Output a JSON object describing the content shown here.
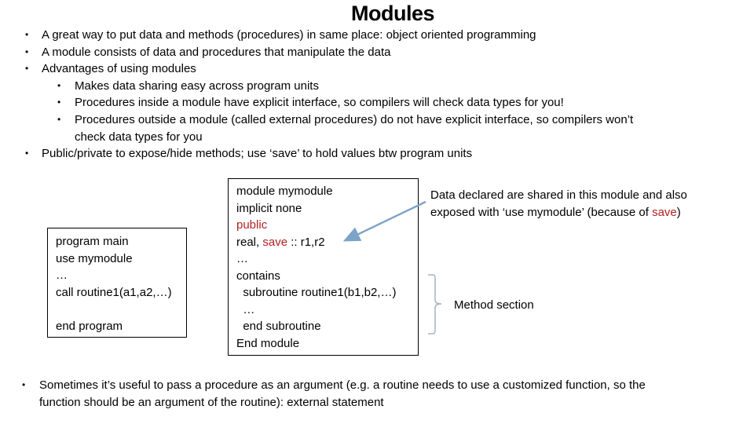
{
  "title": "Modules",
  "bullet_char": "•",
  "colors": {
    "red": "#B22222",
    "arrow_blue": "#7DA3C8",
    "bracket_blue": "#A3B4C4"
  },
  "bullets_top": [
    {
      "level": 1,
      "lines": [
        [
          {
            "t": "A great way to put data and methods (procedures) in same place: object oriented programming"
          }
        ]
      ]
    },
    {
      "level": 1,
      "lines": [
        [
          {
            "t": "A module consists of data and procedures that manipulate the data"
          }
        ]
      ]
    },
    {
      "level": 1,
      "lines": [
        [
          {
            "t": "Advantages of using modules"
          }
        ]
      ]
    },
    {
      "level": 2,
      "lines": [
        [
          {
            "t": "Makes data sharing easy across program units"
          }
        ]
      ]
    },
    {
      "level": 2,
      "lines": [
        [
          {
            "t": "Procedures inside a module have explicit interface, so compilers will check data types for you!"
          }
        ]
      ]
    },
    {
      "level": 2,
      "lines": [
        [
          {
            "t": "Procedures outside a module (called external procedures) do not have explicit interface, so compilers won’t"
          }
        ],
        [
          {
            "t": "check data types for you"
          }
        ]
      ]
    },
    {
      "level": 1,
      "lines": [
        [
          {
            "t": "Public/private to expose/hide methods; use ‘save’ to hold values btw program units"
          }
        ]
      ]
    }
  ],
  "bullets_bottom": [
    {
      "level": 1,
      "lines": [
        [
          {
            "t": "Sometimes it’s useful to pass a procedure as an argument (e.g. a routine needs to use a customized function, so the"
          }
        ],
        [
          {
            "t": "function should be an argument of the routine): external statement"
          }
        ]
      ]
    }
  ],
  "code_boxes": {
    "main": {
      "lines": [
        [
          {
            "t": "program main"
          }
        ],
        [
          {
            "t": "use mymodule"
          }
        ],
        [
          {
            "t": "…"
          }
        ],
        [
          {
            "t": "call routine1(a1,a2,…)"
          }
        ],
        [
          {
            "t": ""
          }
        ],
        [
          {
            "t": "end program"
          }
        ]
      ]
    },
    "module": {
      "lines": [
        [
          {
            "t": "module mymodule"
          }
        ],
        [
          {
            "t": "implicit none"
          }
        ],
        [
          {
            "t": "public",
            "red": true
          }
        ],
        [
          {
            "t": "real, "
          },
          {
            "t": "save",
            "red": true
          },
          {
            "t": " :: r1,r2"
          }
        ],
        [
          {
            "t": "…"
          }
        ],
        [
          {
            "t": "contains"
          }
        ],
        [
          {
            "t": "  subroutine routine1(b1,b2,…)"
          }
        ],
        [
          {
            "t": "  …"
          }
        ],
        [
          {
            "t": "  end subroutine"
          }
        ],
        [
          {
            "t": "End module"
          }
        ]
      ]
    }
  },
  "note": {
    "lines": [
      [
        {
          "t": "Data declared are shared in this module and also"
        }
      ],
      [
        {
          "t": "exposed with ‘use mymodule’ (because of "
        },
        {
          "t": "save",
          "red": true
        },
        {
          "t": ")"
        }
      ]
    ]
  },
  "method_label": "Method section"
}
